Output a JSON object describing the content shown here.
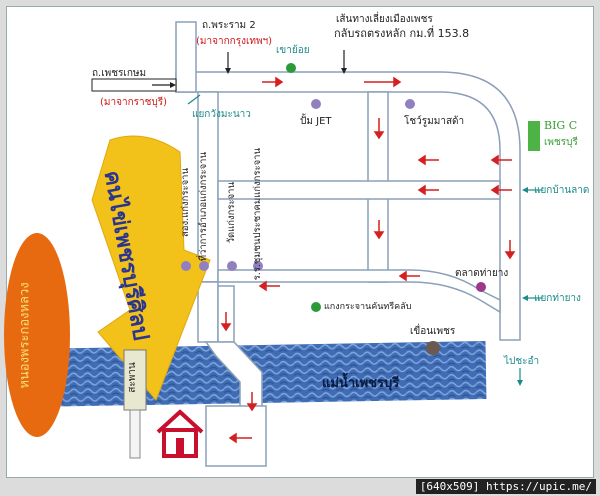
{
  "labels": {
    "rama2_road": "ถ.พระราม 2",
    "rama2_from": "(มาจากกรุงเทพฯ)",
    "phetkasem_road": "ถ.เพชรเกษม",
    "phetkasem_from": "(มาจากราชบุรี)",
    "bypass_line1": "เส้นทางเลี่ยงเมืองเพชร",
    "bypass_line2": "กลับรถตรงหลัก กม.ที่ 153.8",
    "khao_yoi": "เขาย้อย",
    "kwang_manao": "แยกวังมะนาว",
    "pump_jet": "ปั้ม JET",
    "showroom": "โชว์รูมมาสด้า",
    "bigc_name": "BIG C",
    "bigc_sub": "เพชรบุรี",
    "ban_lat": "แยกบ้านลาด",
    "talat_tha_yang": "ตลาดท่ายาง",
    "tha_yang_junction": "แยกท่ายาง",
    "kaeng_krachan_junction": "แกงกระจานคันทรีคลับ",
    "dam": "เขื่อนเพชร",
    "to_cha_am": "ไปชะอำ",
    "river": "แม่น้ำเพชรบุรี",
    "big_arrow": "คนไข่เพชรบุรีศิลป",
    "left_oval": "หนองพระกองหลวง",
    "bridge_label": "สะพาน",
    "vert_1": "สอง.แก่งกระจาน",
    "vert_2": "ที่ว่าการอำเภอแก่งกระจาน",
    "vert_3": "วัดแก่งกระจาน",
    "vert_4": "ร.ร.ชุมชนประชาคมแก่งกระจาน",
    "footer": "[640x509] https://upic.me/"
  },
  "colors": {
    "road": "#ffffff",
    "road_edge": "#8aa0b8",
    "road_shadow": "#c8d2de",
    "arrow": "#d42020",
    "river": "#3a63a8",
    "oval": "#e86a10",
    "yellow_arrow": "#f2c21a",
    "poi_purple": "#9080c0",
    "poi_green": "#2a9a3a"
  }
}
